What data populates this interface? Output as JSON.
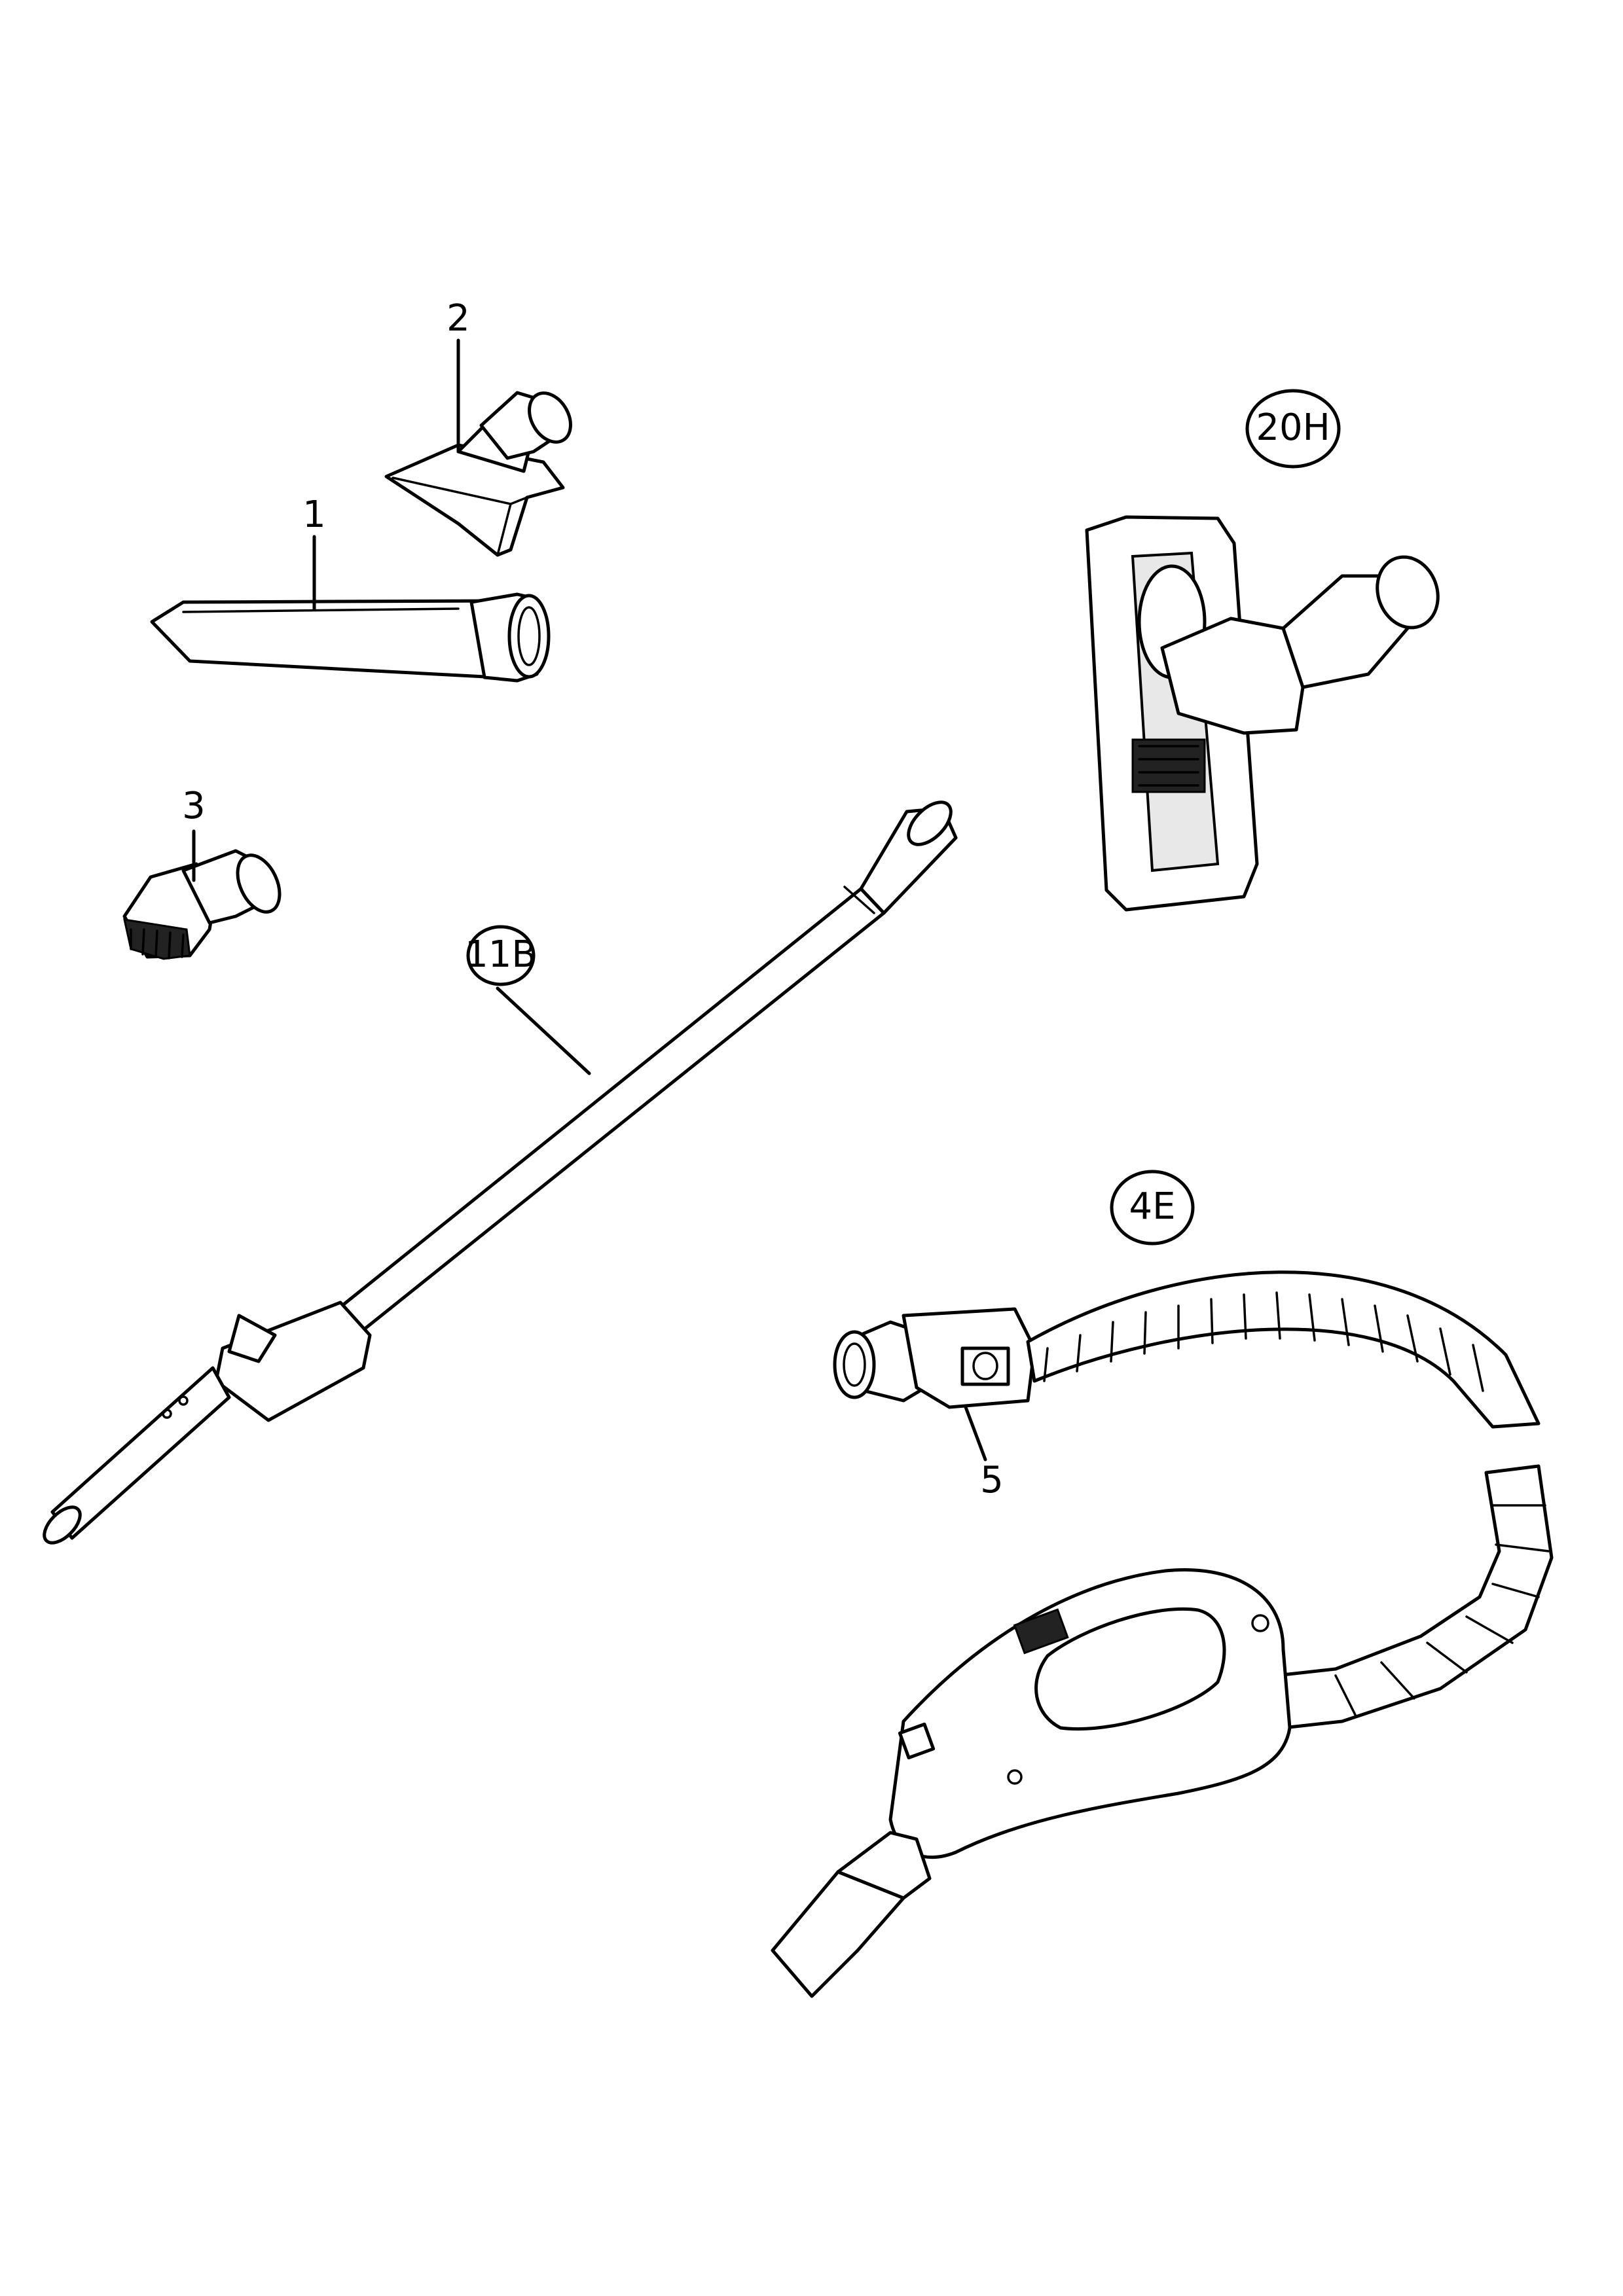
{
  "parts": {
    "crevice_nozzle": "1",
    "upholstery_nozzle": "2",
    "dusting_brush": "3",
    "hose": "4E",
    "hose_connector": "5",
    "telescopic_tube": "11B",
    "floor_nozzle": "20H"
  },
  "colors": {
    "line": "#000000",
    "background": "#ffffff"
  }
}
